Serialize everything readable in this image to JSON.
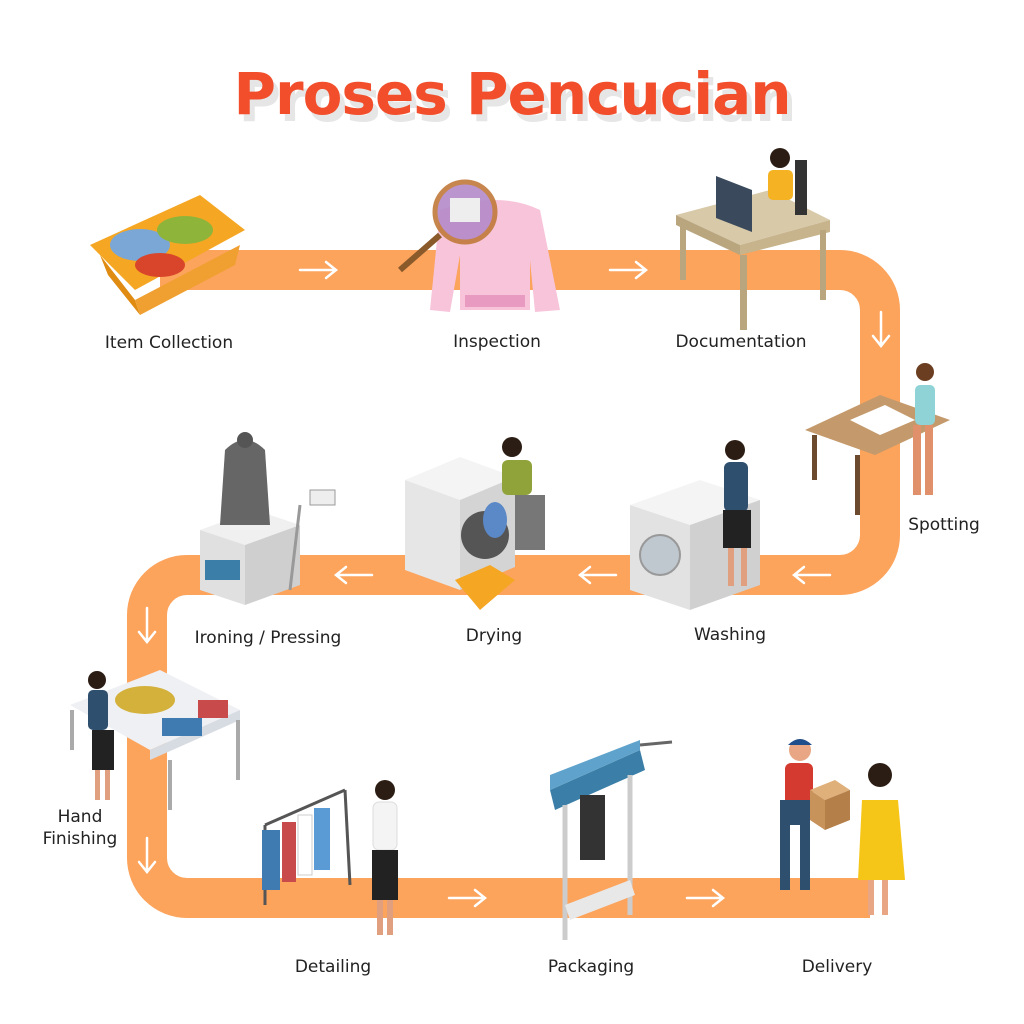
{
  "title": "Proses Pencucian",
  "colors": {
    "title": "#F24E2B",
    "path": "#FCA35C",
    "arrow": "#ffffff"
  },
  "steps": [
    {
      "label": "Item Collection",
      "icon": "laundry-basket-icon"
    },
    {
      "label": "Inspection",
      "icon": "magnifier-sweater-icon"
    },
    {
      "label": "Documentation",
      "icon": "desk-computer-icon"
    },
    {
      "label": "Spotting",
      "icon": "spotting-table-icon"
    },
    {
      "label": "Washing",
      "icon": "washing-machine-icon"
    },
    {
      "label": "Drying",
      "icon": "dryer-icon"
    },
    {
      "label": "Ironing / Pressing",
      "icon": "press-machine-icon"
    },
    {
      "label": "Hand Finishing",
      "icon": "folding-table-icon"
    },
    {
      "label": "Detailing",
      "icon": "clothes-rack-icon"
    },
    {
      "label": "Packaging",
      "icon": "packaging-machine-icon"
    },
    {
      "label": "Delivery",
      "icon": "delivery-person-icon"
    }
  ]
}
